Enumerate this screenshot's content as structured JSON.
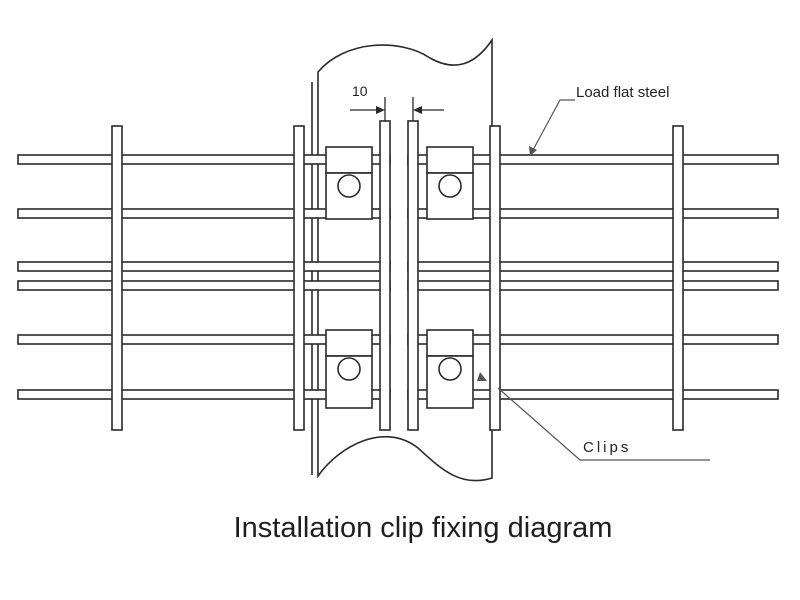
{
  "labels": {
    "gap_dimension": "10",
    "load_flat_steel": "Load flat steel",
    "clips": "Clips"
  },
  "caption": "Installation clip fixing diagram",
  "colors": {
    "line": "#2a2a2a",
    "bar_fill": "#ffffff",
    "leader": "#555555"
  }
}
